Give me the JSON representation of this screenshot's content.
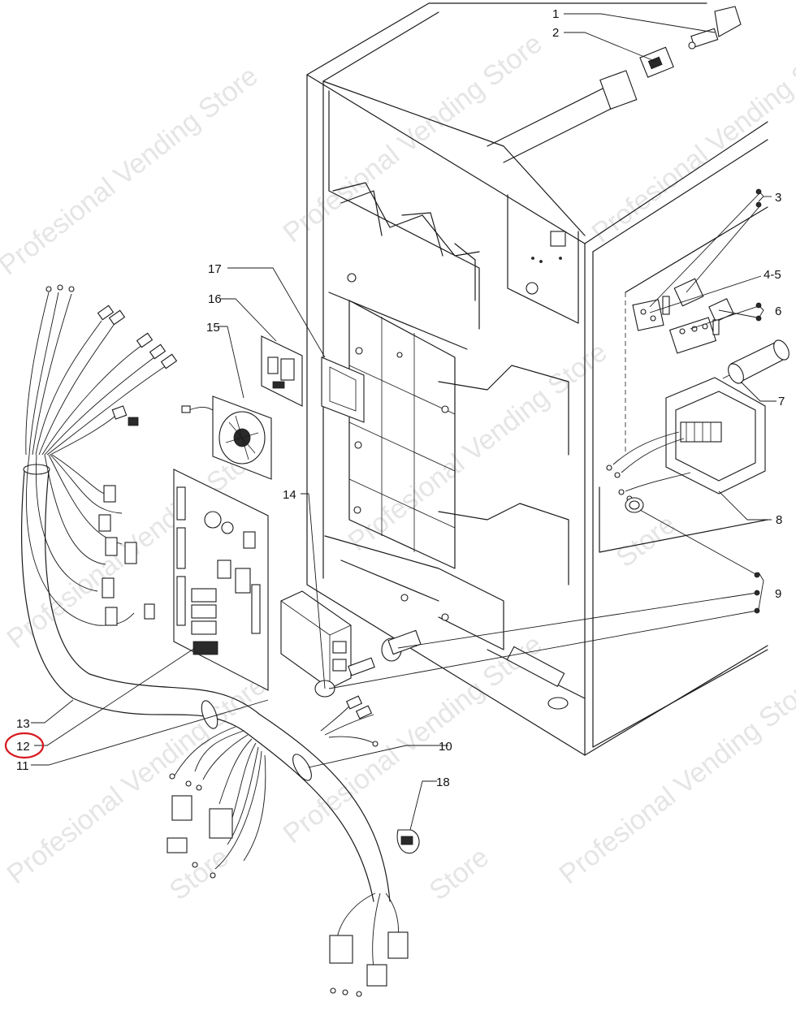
{
  "diagram": {
    "callouts": [
      "1",
      "2",
      "3",
      "4-5",
      "6",
      "7",
      "8",
      "9",
      "10",
      "11",
      "12",
      "13",
      "14",
      "15",
      "16",
      "17",
      "18"
    ],
    "highlighted_callout": "12",
    "highlight_color": "#d71920",
    "watermark": "Profesional Vending Store",
    "watermark_fragment": "Store"
  }
}
